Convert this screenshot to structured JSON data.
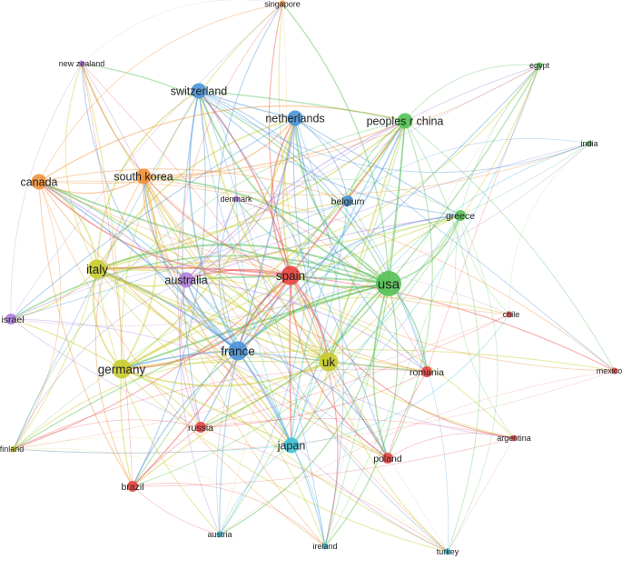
{
  "clusters": {
    "red": "#e8423f",
    "green": "#55c155",
    "blue": "#4a94d8",
    "yellow": "#c9cc2e",
    "purple": "#b07fd9",
    "cyan": "#3ec3d6",
    "orange": "#f1913a"
  },
  "nodes": [
    {
      "id": "usa",
      "label": "usa",
      "cluster": "green",
      "weight": 5
    },
    {
      "id": "spain",
      "label": "spain",
      "cluster": "red",
      "weight": 4
    },
    {
      "id": "france",
      "label": "france",
      "cluster": "blue",
      "weight": 4
    },
    {
      "id": "uk",
      "label": "uk",
      "cluster": "yellow",
      "weight": 4
    },
    {
      "id": "germany",
      "label": "germany",
      "cluster": "yellow",
      "weight": 4
    },
    {
      "id": "italy",
      "label": "italy",
      "cluster": "yellow",
      "weight": 4
    },
    {
      "id": "south_korea",
      "label": "south korea",
      "cluster": "orange",
      "weight": 3
    },
    {
      "id": "australia",
      "label": "australia",
      "cluster": "purple",
      "weight": 3
    },
    {
      "id": "japan",
      "label": "japan",
      "cluster": "cyan",
      "weight": 3
    },
    {
      "id": "canada",
      "label": "canada",
      "cluster": "orange",
      "weight": 3
    },
    {
      "id": "peoples_r_china",
      "label": "peoples r china",
      "cluster": "green",
      "weight": 3
    },
    {
      "id": "switzerland",
      "label": "switzerland",
      "cluster": "blue",
      "weight": 3
    },
    {
      "id": "netherlands",
      "label": "netherlands",
      "cluster": "blue",
      "weight": 3
    },
    {
      "id": "belgium",
      "label": "belgium",
      "cluster": "blue",
      "weight": 2
    },
    {
      "id": "greece",
      "label": "greece",
      "cluster": "green",
      "weight": 2
    },
    {
      "id": "denmark",
      "label": "denmark",
      "cluster": "purple",
      "weight": 1
    },
    {
      "id": "israel",
      "label": "israel",
      "cluster": "purple",
      "weight": 2
    },
    {
      "id": "new_zealand",
      "label": "new zealand",
      "cluster": "purple",
      "weight": 1
    },
    {
      "id": "singapore",
      "label": "singapore",
      "cluster": "orange",
      "weight": 1
    },
    {
      "id": "egypt",
      "label": "egypt",
      "cluster": "green",
      "weight": 1
    },
    {
      "id": "india",
      "label": "india",
      "cluster": "green",
      "weight": 1
    },
    {
      "id": "chile",
      "label": "chile",
      "cluster": "red",
      "weight": 1
    },
    {
      "id": "mexico",
      "label": "mexico",
      "cluster": "red",
      "weight": 1
    },
    {
      "id": "romania",
      "label": "romania",
      "cluster": "red",
      "weight": 2
    },
    {
      "id": "argentina",
      "label": "argentina",
      "cluster": "red",
      "weight": 1
    },
    {
      "id": "poland",
      "label": "poland",
      "cluster": "red",
      "weight": 2
    },
    {
      "id": "russia",
      "label": "russia",
      "cluster": "red",
      "weight": 2
    },
    {
      "id": "brazil",
      "label": "brazil",
      "cluster": "red",
      "weight": 2
    },
    {
      "id": "finland",
      "label": "finland",
      "cluster": "yellow",
      "weight": 1
    },
    {
      "id": "austria",
      "label": "austria",
      "cluster": "cyan",
      "weight": 1
    },
    {
      "id": "ireland",
      "label": "ireland",
      "cluster": "cyan",
      "weight": 1
    },
    {
      "id": "turkey",
      "label": "turkey",
      "cluster": "cyan",
      "weight": 1
    }
  ]
}
